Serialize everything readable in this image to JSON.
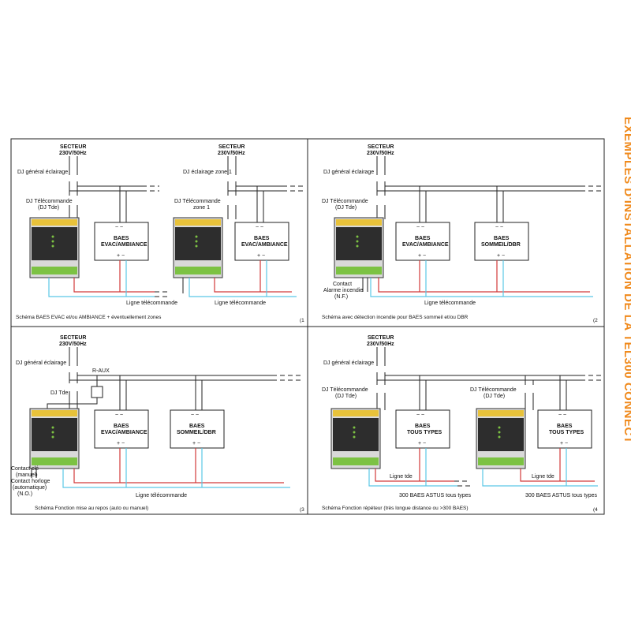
{
  "side_title": "EXEMPLES D'INSTALLATION DE LA TEL300 CONNECT",
  "colors": {
    "orange": "#f08a1c",
    "red_wire": "#d23a3a",
    "cyan_wire": "#5bc8e6",
    "module_green": "#7cc243",
    "module_yellow": "#e8c23a",
    "module_dark": "#2d2d2d"
  },
  "common": {
    "secteur": "SECTEUR",
    "voltage": "230V/50Hz",
    "dj_general": "DJ général éclairage",
    "baes": "BAES",
    "evac": "EVAC/AMBIANCE",
    "sommeil": "SOMMEIL/DBR",
    "tous_types": "TOUS TYPES",
    "ac": "~ ~",
    "dc": "+ −"
  },
  "panels": [
    {
      "id": "1",
      "caption": "Schéma BAES EVAC et/ou AMBIANCE + éventuellement zones",
      "number": "(1",
      "dj_zone1": "DJ éclairage zone 1",
      "dj_telecommande": "DJ Télécommande",
      "dj_tde": "(DJ Tde)",
      "zone1": "zone 1",
      "ligne": "Ligne télécommande"
    },
    {
      "id": "2",
      "caption": "Schéma avec détection incendie pour BAES sommeil et/ou DBR",
      "number": "(2",
      "dj_telecommande": "DJ Télécommande",
      "dj_tde": "(DJ Tde)",
      "contact": [
        "Contact",
        "Alarme incendie",
        "(N.F.)"
      ],
      "ligne": "Ligne télécommande"
    },
    {
      "id": "3",
      "caption": "Schéma Fonction mise au repos (auto ou manuel)",
      "number": "(3",
      "dj_tde": "DJ Tde",
      "raux": "R-AUX",
      "contact": [
        "Contact clé",
        "(manuel)",
        "Contact horloge",
        "(automatique)",
        "(N.O.)"
      ],
      "ligne": "Ligne télécommande"
    },
    {
      "id": "4",
      "caption": "Schéma Fonction répéteur (très longue distance ou >300 BAES)",
      "number": "(4",
      "dj_telecommande": "DJ Télécommande",
      "dj_tde": "(DJ Tde)",
      "ligne": "Ligne tde",
      "baes300": "300 BAES ASTUS tous types"
    }
  ]
}
